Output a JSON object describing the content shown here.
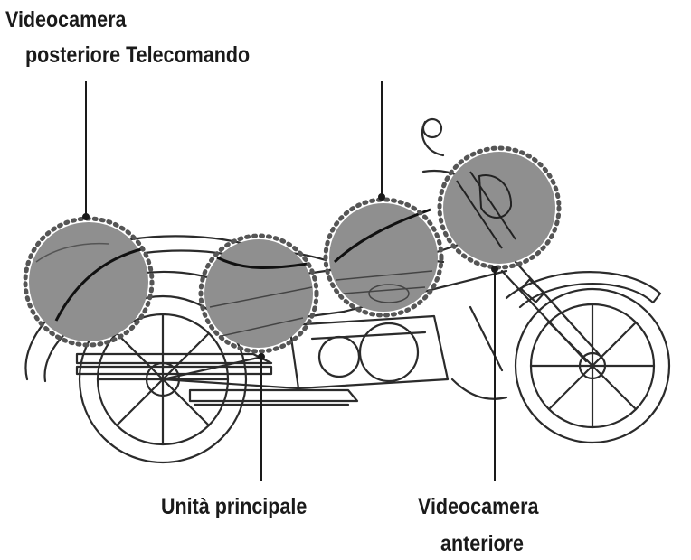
{
  "labels": {
    "rear_camera_line1": "Videocamera",
    "rear_camera_line2_and_remote": "posteriore Telecomando",
    "main_unit": "Unità principale",
    "front_camera_line1": "Videocamera",
    "front_camera_line2": "anteriore"
  },
  "colors": {
    "line": "#1a1a1a",
    "outline": "#2b2b2b",
    "zoom_fill": "#8f8f8f",
    "dotted_border": "#555555",
    "background": "#ffffff"
  },
  "icons": {
    "subject": "motorcycle-icon"
  }
}
